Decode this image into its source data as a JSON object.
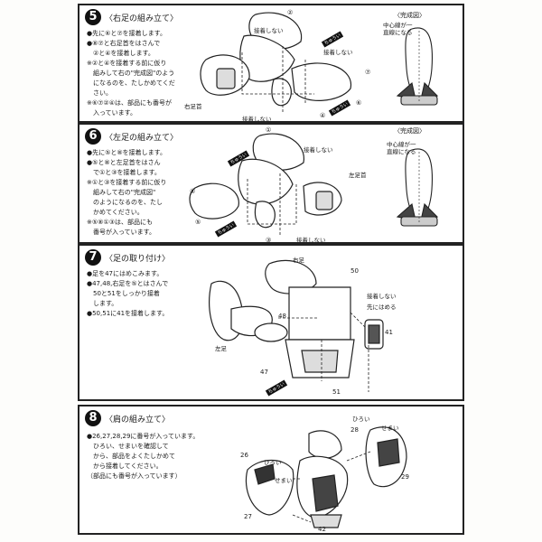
{
  "steps": [
    {
      "number": "5",
      "title": "〈右足の組み立て〉",
      "instructions": [
        "●先に⑥と⑦を接着します。",
        "●⑧⑦と右足首をはさんで",
        "　②と④を接着します。",
        "※②と④を接着する前に仮り",
        "　組みして右の\"完成図\"のよう",
        "　になるのを、たしかめてくだ",
        "　さい。",
        "※⑥⑦②④は、部品にも番号が",
        "　入っています。"
      ],
      "labels": {
        "no_glue_1": "接着しない",
        "no_glue_2": "接着しない",
        "no_glue_3": "接着しない",
        "ankle": "右足首",
        "tag_1": "ちゅうい",
        "tag_2": "ちゅうい"
      },
      "parts": [
        "②",
        "⑦",
        "⑥",
        "④"
      ],
      "finished_title": "〈完成図〉",
      "finished_note": "中心線が一直線になる"
    },
    {
      "number": "6",
      "title": "〈左足の組み立て〉",
      "instructions": [
        "●先に⑤と⑧を接着します。",
        "●⑤と⑧と左足首をはさん",
        "　で①と③を接着します。",
        "※①と③を接着する前に仮り",
        "　組みして右の\"完成図\"",
        "　のようになるのを、たし",
        "　かめてください。",
        "※⑤⑧①③は、部品にも",
        "　番号が入っています。"
      ],
      "labels": {
        "no_glue_1": "接着しない",
        "no_glue_2": "接着しない",
        "ankle": "左足首",
        "tag_1": "ちゅうい",
        "tag_2": "ちゅうい"
      },
      "parts": [
        "①",
        "⑧",
        "⑤",
        "③"
      ],
      "finished_title": "〈完成図〉",
      "finished_note": "中心線が一直線になる"
    },
    {
      "number": "7",
      "title": "〈足の取り付け〉",
      "instructions": [
        "●足を47にはめこみます。",
        "●47,48,右足を⑤とはさんで",
        "　50と51をしっかり接着",
        "　します。",
        "●50,51に41を接着します。"
      ],
      "labels": {
        "right_leg": "右足",
        "left_leg": "左足",
        "no_glue": "接着しない",
        "fit": "先にはめる",
        "tag": "ちゅうい"
      },
      "parts": [
        "50",
        "41",
        "48",
        "47",
        "51"
      ]
    },
    {
      "number": "8",
      "title": "〈肩の組み立て〉",
      "instructions": [
        "●26,27,28,29に番号が入っています。",
        "　ひろい、せまいを確認して",
        "　から、部品をよくたしかめて",
        "　から接着してください。",
        "（部品にも番号が入っています）"
      ],
      "labels": {
        "wide_1": "ひろい",
        "narrow_1": "せまい",
        "wide_2": "ひろい",
        "narrow_2": "せまい"
      },
      "parts": [
        "26",
        "28",
        "29",
        "27",
        "42"
      ]
    }
  ]
}
